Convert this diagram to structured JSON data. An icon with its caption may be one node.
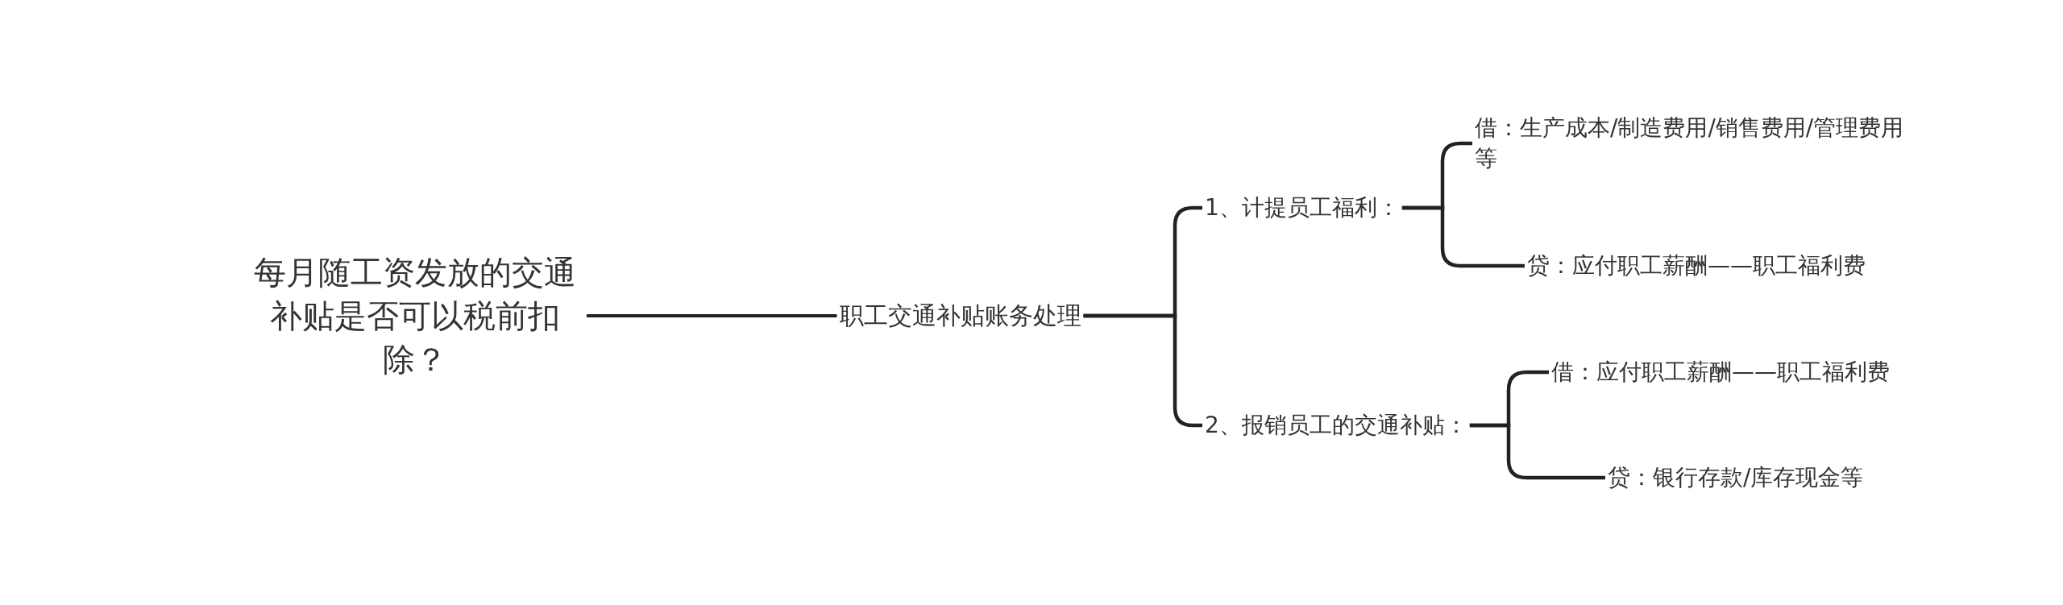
{
  "diagram": {
    "nodes": [
      {
        "text": [
          "每月随工资发放的交通补贴是否可以税前扣除？"
        ]
      },
      {
        "text": [
          "职工交通补贴账务处理"
        ]
      },
      {
        "text": [
          "1、计提员工福利："
        ]
      },
      {
        "text": [
          "2、报销员工的交通补贴："
        ]
      },
      {
        "text": [
          "借：生产成本/制造费用/销售费用/管理费用等"
        ]
      },
      {
        "text": [
          "贷：应付职工薪酬——职工福利费"
        ]
      },
      {
        "text": [
          "借：应付职工薪酬——职工福利费"
        ]
      },
      {
        "text": [
          "贷：银行存款/库存现金等"
        ]
      }
    ],
    "edges": [
      {
        "from": 0,
        "to": 1,
        "arrow": "none"
      },
      {
        "from": 1,
        "to": 2,
        "arrow": "none"
      },
      {
        "from": 1,
        "to": 3,
        "arrow": "none"
      },
      {
        "from": 2,
        "to": 4,
        "arrow": "none"
      },
      {
        "from": 2,
        "to": 5,
        "arrow": "none"
      },
      {
        "from": 3,
        "to": 6,
        "arrow": "none"
      },
      {
        "from": 3,
        "to": 7,
        "arrow": "none"
      }
    ]
  }
}
